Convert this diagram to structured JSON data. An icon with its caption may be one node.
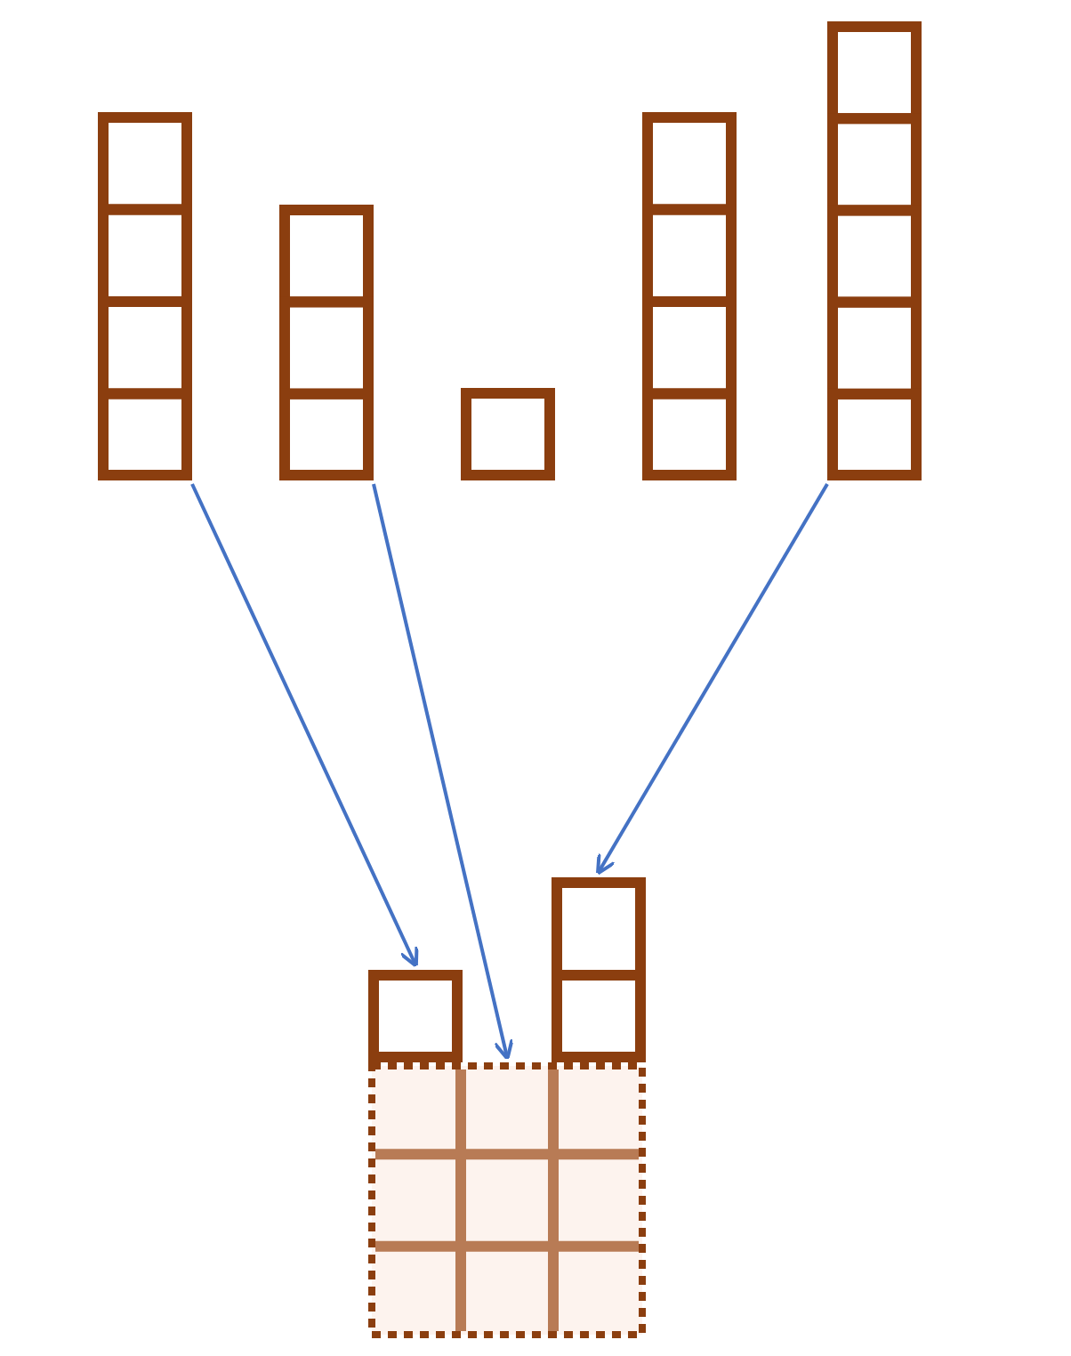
{
  "diagram": {
    "nodes": [
      {
        "text": [],
        "shape": "bar"
      },
      {
        "text": [],
        "shape": "bar"
      },
      {
        "text": [],
        "shape": "bar"
      },
      {
        "text": [],
        "shape": "bar"
      },
      {
        "text": [],
        "shape": "bar"
      },
      {
        "text": [],
        "shape": "box"
      },
      {
        "text": [],
        "shape": "bar"
      },
      {
        "text": [],
        "shape": "bar"
      }
    ],
    "edges": [
      {
        "from": 0,
        "to": 6,
        "arrow": "to"
      },
      {
        "from": 1,
        "to": 5,
        "arrow": "to"
      },
      {
        "from": 4,
        "to": 7,
        "arrow": "to"
      }
    ]
  }
}
